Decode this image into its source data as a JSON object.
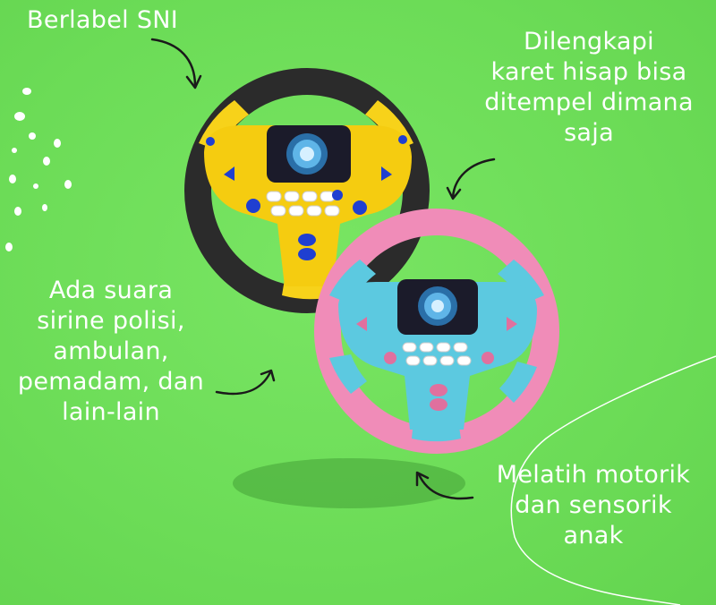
{
  "captions": {
    "sni": [
      "Berlabel SNI"
    ],
    "suction": [
      "Dilengkapi",
      "karet hisap bisa",
      "ditempel dimana",
      "saja"
    ],
    "sound": [
      "Ada suara",
      "sirine polisi,",
      "ambulan,",
      "pemadam, dan",
      "lain-lain"
    ],
    "motor": [
      "Melatih motorik",
      "dan sensorik",
      "anak"
    ]
  },
  "colors": {
    "background": "#6fdf5a",
    "text": "#ffffff",
    "yellow_wheel": "#f7d21a",
    "black_rim": "#2b2b2b",
    "blue_wheel": "#5cc9e0",
    "pink_rim": "#f08cb8",
    "button_blue": "#1f3fd1"
  },
  "icons": [
    "yellow-steering-wheel-toy",
    "blue-pink-steering-wheel-toy",
    "curved-arrow-icon"
  ]
}
